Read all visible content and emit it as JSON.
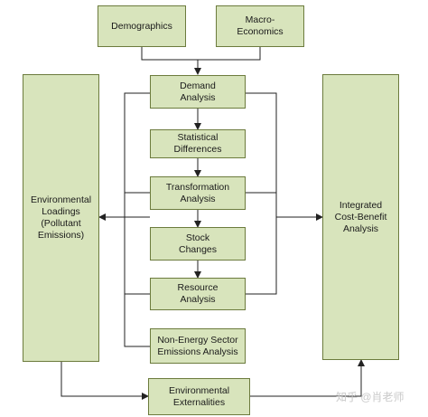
{
  "boxes": {
    "demographics": "Demographics",
    "macro_economics": "Macro-\nEconomics",
    "demand_analysis": "Demand\nAnalysis",
    "statistical_differences": "Statistical\nDifferences",
    "transformation_analysis": "Transformation\nAnalysis",
    "stock_changes": "Stock\nChanges",
    "resource_analysis": "Resource\nAnalysis",
    "non_energy_sector": "Non-Energy Sector\nEmissions Analysis",
    "environmental_loadings": "Environmental\nLoadings\n(Pollutant\nEmissions)",
    "integrated_cost_benefit": "Integrated\nCost-Benefit\nAnalysis",
    "environmental_externalities": "Environmental\nExternalities"
  },
  "watermark": "知乎 @肖老师",
  "colors": {
    "box_fill": "#d8e4bc",
    "box_border": "#6c7b3d",
    "line": "#222222"
  }
}
